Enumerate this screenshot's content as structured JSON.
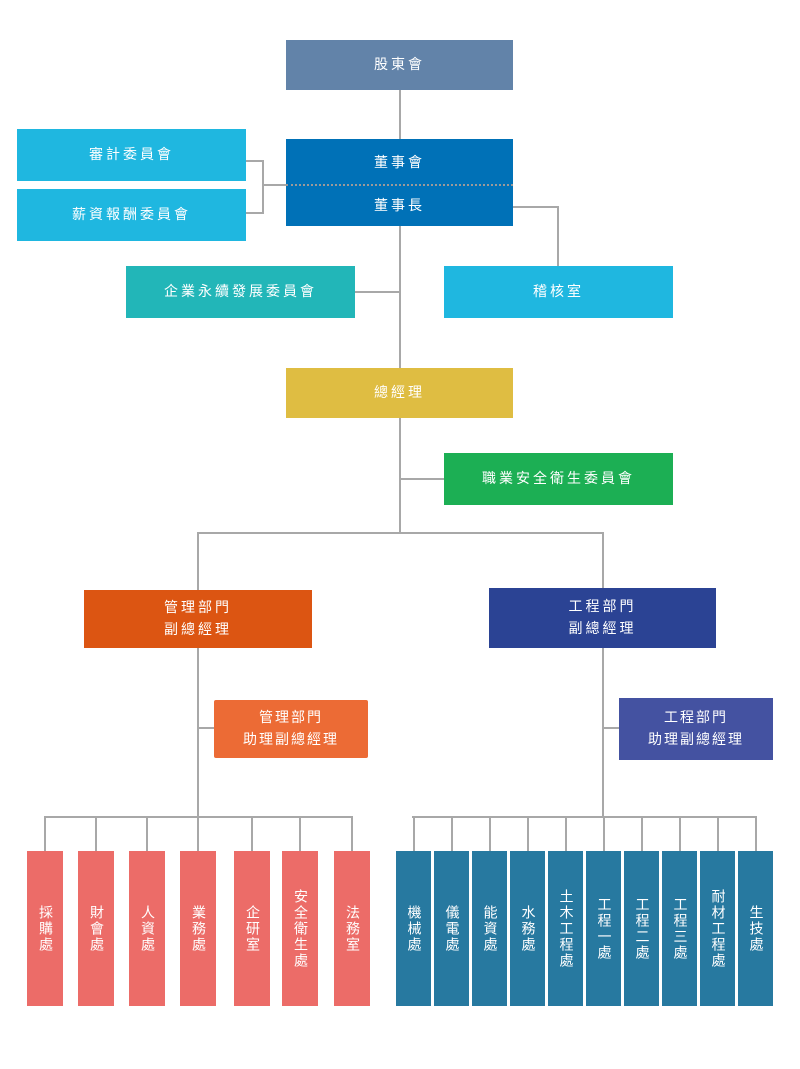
{
  "colors": {
    "shareholders": "#6283a9",
    "board": "#0071b7",
    "committee_cyan": "#1fb7e0",
    "esg": "#22b6b8",
    "gm": "#dfbd42",
    "osh": "#1caf54",
    "mgmt_vp": "#dc5512",
    "mgmt_asst": "#ec6b35",
    "eng_vp": "#2b4394",
    "eng_asst": "#4452a1",
    "mgmt_units": "#ec6c68",
    "eng_units": "#2779a0",
    "connector": "#a8a8a8"
  },
  "shareholders": {
    "label": "股東會"
  },
  "board": {
    "board_label": "董事會",
    "chairman_label": "董事長"
  },
  "audit_committee": {
    "label": "審計委員會"
  },
  "compensation_committee": {
    "label": "薪資報酬委員會"
  },
  "esg_committee": {
    "label": "企業永續發展委員會"
  },
  "internal_audit": {
    "label": "稽核室"
  },
  "general_manager": {
    "label": "總經理"
  },
  "osh_committee": {
    "label": "職業安全衛生委員會"
  },
  "management": {
    "vp": {
      "line1": "管理部門",
      "line2": "副總經理"
    },
    "assistant_vp": {
      "line1": "管理部門",
      "line2": "助理副總經理"
    },
    "units": [
      "採購處",
      "財會處",
      "人資處",
      "業務處",
      "企研室",
      "安全衛生處",
      "法務室"
    ]
  },
  "engineering": {
    "vp": {
      "line1": "工程部門",
      "line2": "副總經理"
    },
    "assistant_vp": {
      "line1": "工程部門",
      "line2": "助理副總經理"
    },
    "units": [
      "機械處",
      "儀電處",
      "能資處",
      "水務處",
      "土木工程處",
      "工程一處",
      "工程二處",
      "工程三處",
      "耐材工程處",
      "生技處"
    ]
  }
}
